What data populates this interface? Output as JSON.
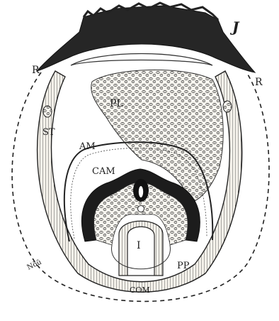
{
  "figure": {
    "labels": {
      "j": "J",
      "r_left": "R",
      "r_right": "R",
      "st": "ST",
      "pl": "PL",
      "am": "AM",
      "cam": "CAM",
      "i": "I",
      "pp": "PP",
      "com": "COM",
      "nou": "Nŏŭ"
    }
  }
}
